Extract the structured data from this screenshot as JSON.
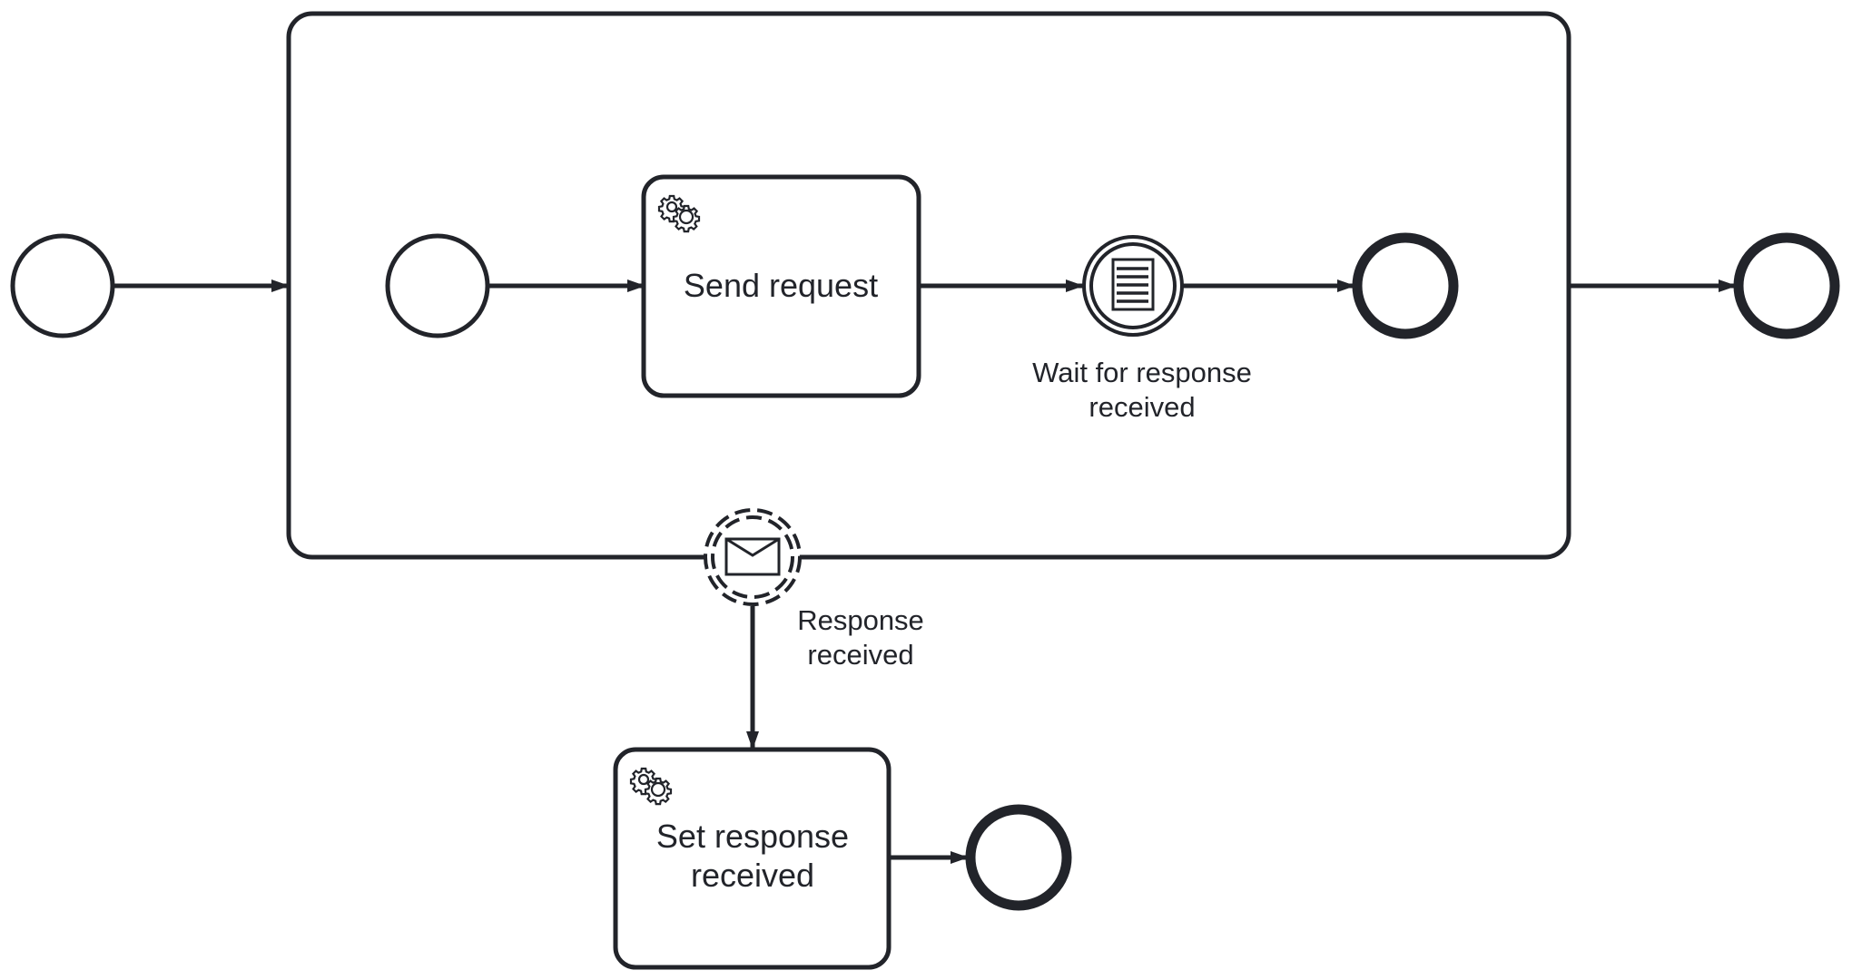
{
  "diagram": {
    "type": "BPMN process",
    "stroke_color": "#22242a",
    "background": "#ffffff",
    "elements": {
      "start_event": {
        "kind": "start-event",
        "label": ""
      },
      "subprocess": {
        "kind": "subprocess",
        "label": ""
      },
      "inner_start_event": {
        "kind": "start-event",
        "label": ""
      },
      "send_request": {
        "kind": "service-task",
        "icon": "gears-icon",
        "label": "Send request"
      },
      "wait_for_response": {
        "kind": "intermediate-catch-conditional-event",
        "icon": "document-icon",
        "label_lines": [
          "Wait for response",
          "received"
        ]
      },
      "inner_end_event": {
        "kind": "end-event",
        "label": ""
      },
      "end_event": {
        "kind": "end-event",
        "label": ""
      },
      "response_received": {
        "kind": "non-interrupting-message-boundary-event",
        "icon": "envelope-icon",
        "label_lines": [
          "Response",
          "received"
        ]
      },
      "set_response_received": {
        "kind": "service-task",
        "icon": "gears-icon",
        "label_lines": [
          "Set response",
          "received"
        ]
      },
      "boundary_end_event": {
        "kind": "end-event",
        "label": ""
      }
    },
    "flows": [
      {
        "from": "start_event",
        "to": "subprocess"
      },
      {
        "from": "inner_start_event",
        "to": "send_request"
      },
      {
        "from": "send_request",
        "to": "wait_for_response"
      },
      {
        "from": "wait_for_response",
        "to": "inner_end_event"
      },
      {
        "from": "subprocess",
        "to": "end_event"
      },
      {
        "from": "response_received",
        "to": "set_response_received"
      },
      {
        "from": "set_response_received",
        "to": "boundary_end_event"
      }
    ]
  }
}
